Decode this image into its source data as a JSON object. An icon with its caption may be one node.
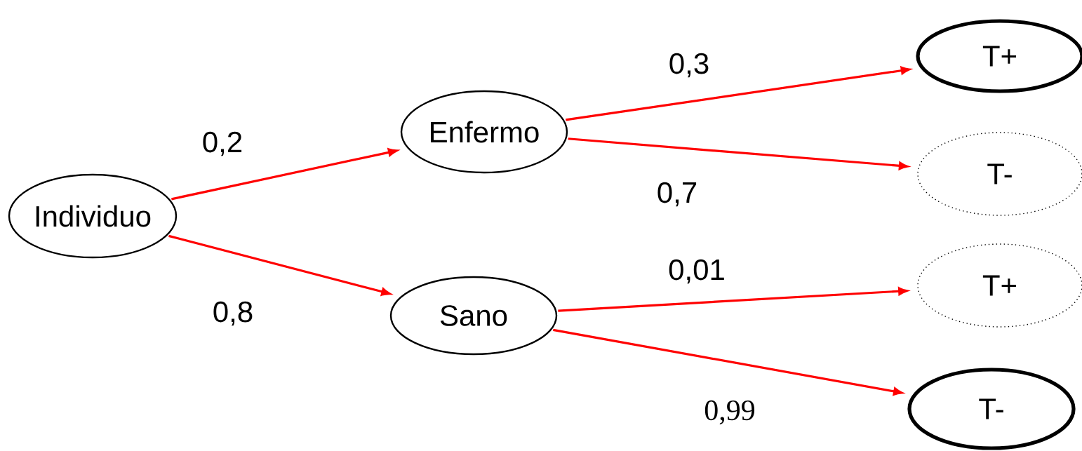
{
  "diagram": {
    "nodes": [
      {
        "text": [
          "Individuo"
        ]
      },
      {
        "text": [
          "Enfermo"
        ]
      },
      {
        "text": [
          "Sano"
        ]
      },
      {
        "text": [
          "T+"
        ]
      },
      {
        "text": [
          "T-"
        ]
      },
      {
        "text": [
          "T+"
        ]
      },
      {
        "text": [
          "T-"
        ]
      }
    ],
    "edges": [
      {
        "from": 0,
        "to": 1,
        "arrow": "to",
        "label": "0,2"
      },
      {
        "from": 0,
        "to": 2,
        "arrow": "to",
        "label": "0,8"
      },
      {
        "from": 1,
        "to": 3,
        "arrow": "to",
        "label": "0,3"
      },
      {
        "from": 1,
        "to": 4,
        "arrow": "to",
        "label": "0,7"
      },
      {
        "from": 2,
        "to": 5,
        "arrow": "to",
        "label": "0,01"
      },
      {
        "from": 2,
        "to": 6,
        "arrow": "to",
        "label": "0,99"
      }
    ]
  }
}
